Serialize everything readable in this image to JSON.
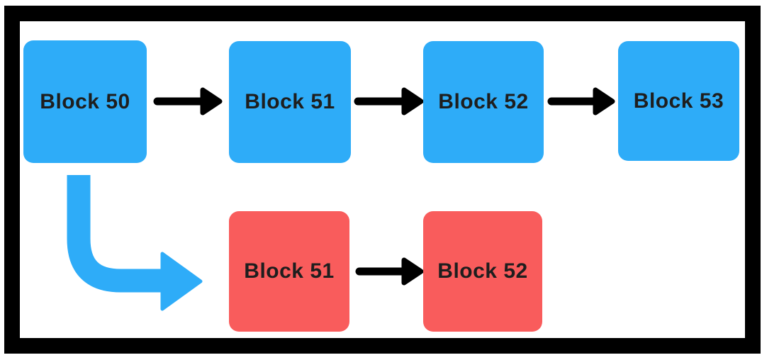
{
  "diagram": {
    "type": "blockchain-fork-diagram",
    "background_color": "#ffffff",
    "frame_color": "#000000",
    "text_color": "#1e1e1e",
    "main_chain": {
      "color": "#2eacf8",
      "blocks": [
        {
          "label": "Block 50"
        },
        {
          "label": "Block 51"
        },
        {
          "label": "Block 52"
        },
        {
          "label": "Block 53"
        }
      ]
    },
    "fork_chain": {
      "color": "#f95c5c",
      "blocks": [
        {
          "label": "Block 51"
        },
        {
          "label": "Block 52"
        }
      ]
    },
    "arrows": {
      "chain_arrow_color": "#000000",
      "fork_arrow_color": "#2eacf8",
      "links": [
        "Block 50 -> Block 51 (main)",
        "Block 51 -> Block 52 (main)",
        "Block 52 -> Block 53 (main)",
        "Block 50 -> Block 51 (fork, curved)",
        "Block 51 -> Block 52 (fork)"
      ]
    }
  }
}
